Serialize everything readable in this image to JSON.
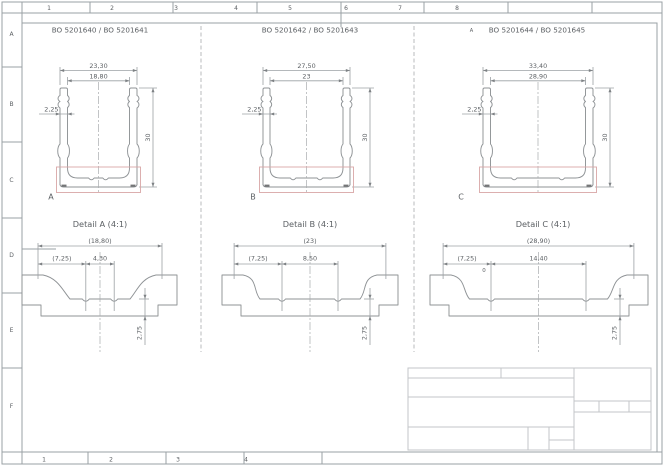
{
  "colors": {
    "outline": "#8f9396",
    "dimension": "#9ba0a4",
    "text": "#5c6064",
    "centerline": "#a8abae",
    "detail_box": "#d9a7a7",
    "frame": "#9aa0a4",
    "title_block_lines": "#c3c6c9",
    "dark_corner_mark": "#45474a"
  },
  "sheet": {
    "top_ruler": [
      "1",
      "2",
      "3",
      "4",
      "5",
      "6",
      "7",
      "8"
    ],
    "bottom_ruler": [
      "1",
      "2",
      "3",
      "4"
    ],
    "row_labels": [
      "A",
      "B",
      "C",
      "D",
      "E",
      "F"
    ]
  },
  "sections": [
    {
      "header": "BO 5201640 / BO 5201641",
      "marker": "",
      "profile": {
        "outer_width": "23,30",
        "inner_width": "18,80",
        "wall_thickness": "2,25",
        "height": "30",
        "detail_label": "A"
      },
      "detail": {
        "title": "Detail A (4:1)",
        "ref_width": "(18,80)",
        "edge_offset": "(7,25)",
        "groove_width": "4,30",
        "floor_thickness": "2,75",
        "extra": ""
      }
    },
    {
      "header": "BO 5201642 / BO 5201643",
      "marker": "",
      "profile": {
        "outer_width": "27,50",
        "inner_width": "23",
        "wall_thickness": "2,25",
        "height": "30",
        "detail_label": "B"
      },
      "detail": {
        "title": "Detail B (4:1)",
        "ref_width": "(23)",
        "edge_offset": "(7,25)",
        "groove_width": "8,50",
        "floor_thickness": "2,75",
        "extra": ""
      }
    },
    {
      "header": "BO 5201644 / BO 5201645",
      "marker": "A",
      "profile": {
        "outer_width": "33,40",
        "inner_width": "28,90",
        "wall_thickness": "2,25",
        "height": "30",
        "detail_label": "C"
      },
      "detail": {
        "title": "Detail C (4:1)",
        "ref_width": "(28,90)",
        "edge_offset": "(7,25)",
        "groove_width": "14,40",
        "floor_thickness": "2,75",
        "extra": "0"
      }
    }
  ]
}
